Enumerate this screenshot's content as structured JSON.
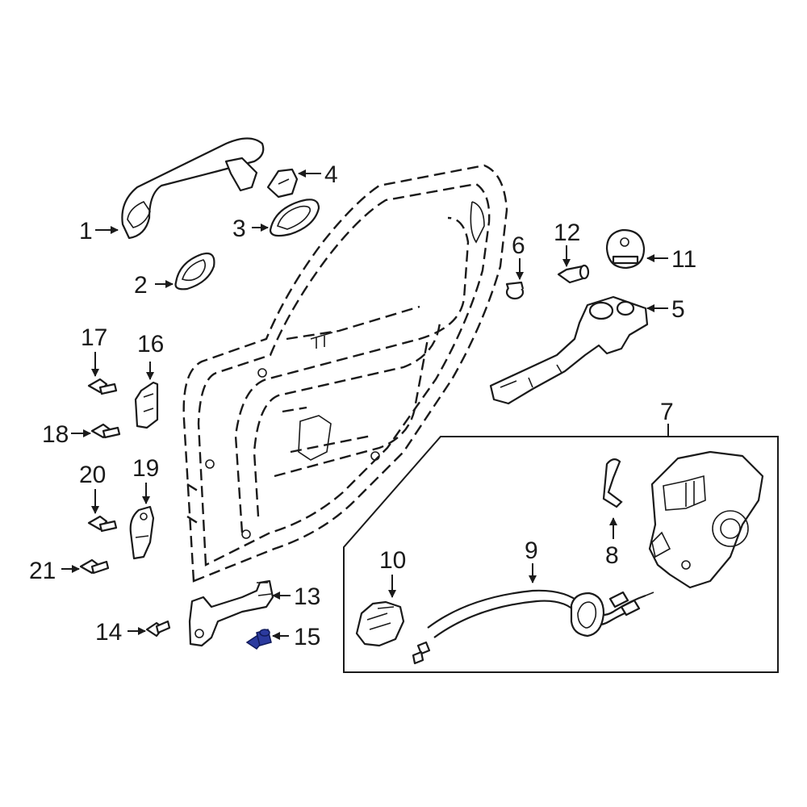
{
  "callouts": {
    "c1": "1",
    "c2": "2",
    "c3": "3",
    "c4": "4",
    "c5": "5",
    "c6": "6",
    "c7": "7",
    "c8": "8",
    "c9": "9",
    "c10": "10",
    "c11": "11",
    "c12": "12",
    "c13": "13",
    "c14": "14",
    "c15": "15",
    "c16": "16",
    "c17": "17",
    "c18": "18",
    "c19": "19",
    "c20": "20",
    "c21": "21"
  },
  "highlight": {
    "part": "15",
    "color": "#2b3a9e"
  },
  "colors": {
    "line": "#1a1a1a",
    "background": "#ffffff"
  }
}
